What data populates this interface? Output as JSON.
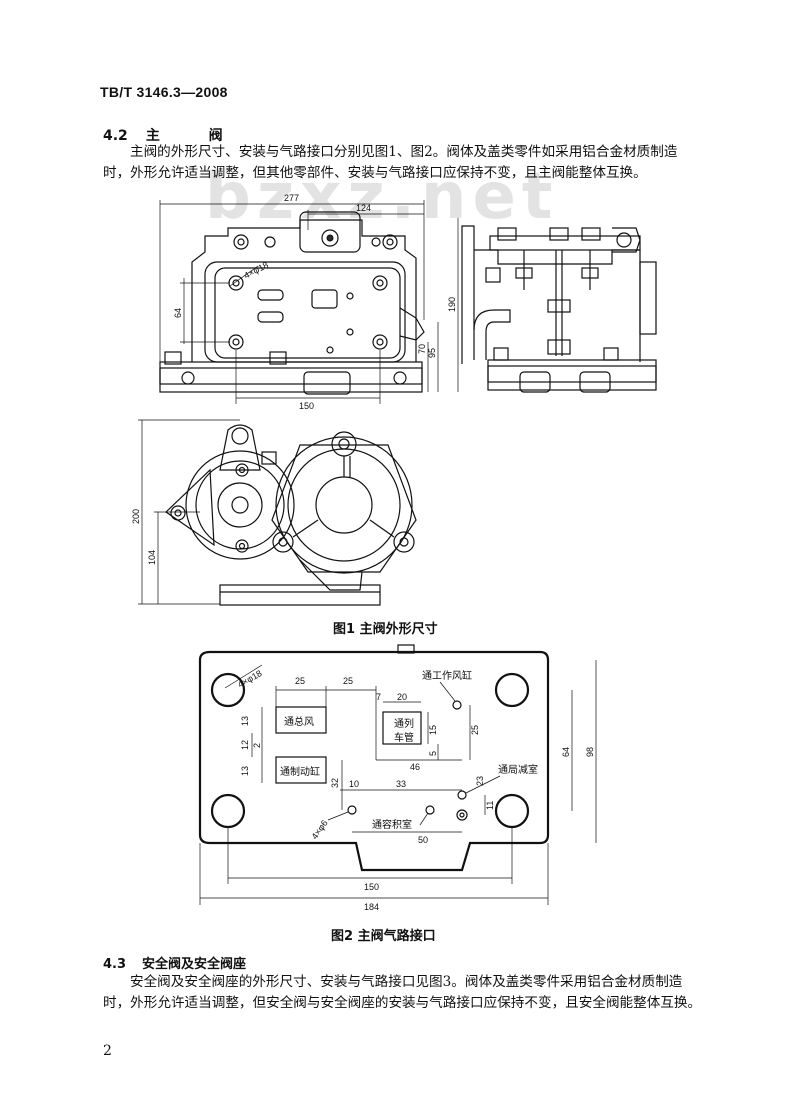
{
  "header": {
    "standard_no": "TB/T 3146.3—2008"
  },
  "watermark": "bzxz.net",
  "section_4_2": {
    "number": "4.2",
    "title": "主  阀",
    "paragraph": "主阀的外形尺寸、安装与气路接口分别见图1、图2。阀体及盖类零件如采用铝合金材质制造时，外形允许适当调整，但其他零部件、安装与气路接口应保持不变，且主阀能整体互换。"
  },
  "figure1": {
    "caption": "图1  主阀外形尺寸",
    "dims": {
      "d277": "277",
      "d124": "124",
      "d4x18": "4×φ18",
      "d64": "64",
      "d190": "190",
      "d70": "70",
      "d95": "95",
      "d150": "150",
      "d200": "200",
      "d104": "104"
    }
  },
  "figure2": {
    "caption": "图2  主阀气路接口",
    "labels": {
      "total_air": "通总风",
      "brake_cyl": "通制动缸",
      "work_cyl": "通工作风缸",
      "train_pipe_1": "通列",
      "train_pipe_2": "车管",
      "local_reduce": "通局减室",
      "volume": "通容积室"
    },
    "dims": {
      "d4x18": "4×φ18",
      "d25a": "25",
      "d25b": "25",
      "d7": "7",
      "d20": "20",
      "d13a": "13",
      "d12": "12",
      "d2": "2",
      "d13b": "13",
      "d15": "15",
      "d5": "5",
      "d25c": "25",
      "d46": "46",
      "d64": "64",
      "d98": "98",
      "d32": "32",
      "d10": "10",
      "d33": "33",
      "d23": "23",
      "d11": "11",
      "d4x6": "4×φ6",
      "d50": "50",
      "d150": "150",
      "d184": "184"
    }
  },
  "section_4_3": {
    "number": "4.3",
    "title": "安全阀及安全阀座",
    "paragraph": "安全阀及安全阀座的外形尺寸、安装与气路接口见图3。阀体及盖类零件采用铝合金材质制造时，外形允许适当调整，但安全阀与安全阀座的安装与气路接口应保持不变，且安全阀能整体互换。"
  },
  "page_number": "2"
}
